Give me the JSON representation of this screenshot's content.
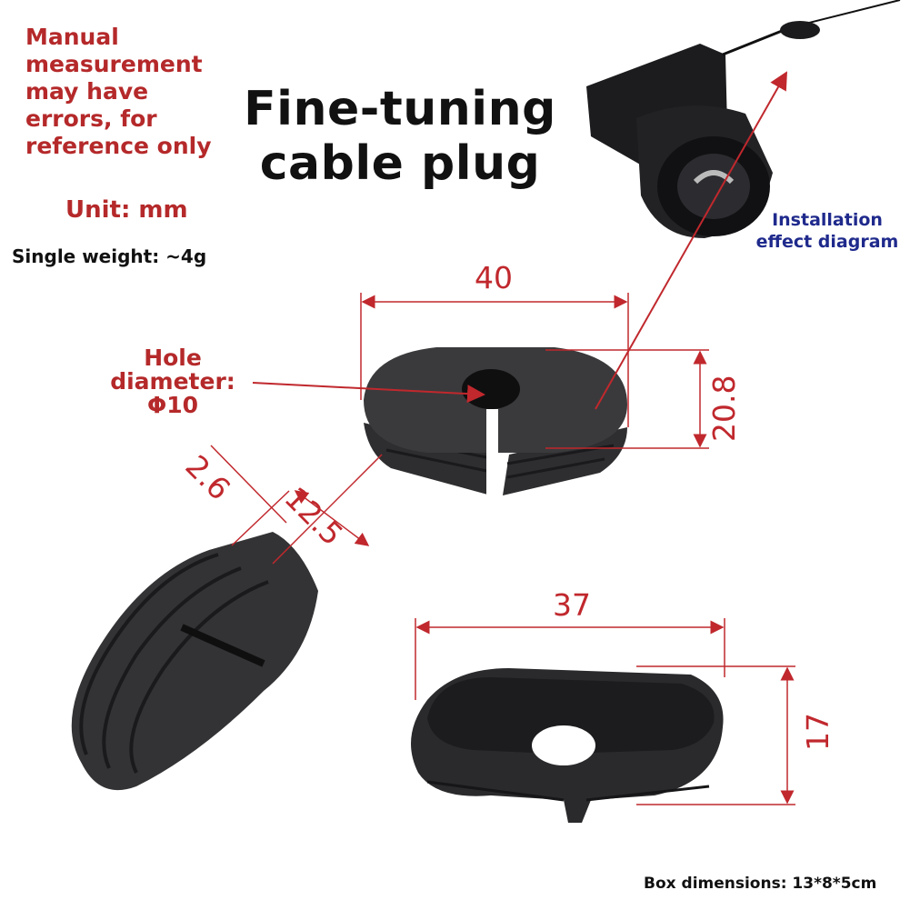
{
  "note": "Manual\nmeasurement\nmay have\nerrors, for\nreference only",
  "title": "Fine-tuning\ncable plug",
  "unit": "Unit: mm",
  "weight": "Single weight: ~4g",
  "installation": "Installation\neffect diagram",
  "hole": "Hole\ndiameter:\nΦ10",
  "box": "Box dimensions: 13*8*5cm",
  "dimensions": {
    "length_top": "40",
    "height_right": "20.8",
    "wall": "2.6",
    "depth": "12.5",
    "length_bottom": "37",
    "height_bottom": "17"
  },
  "colors": {
    "label_red": "#b5292a",
    "dim_red": "#c0282d",
    "blue": "#1f2a8c",
    "plug": "#2b2b2d"
  }
}
